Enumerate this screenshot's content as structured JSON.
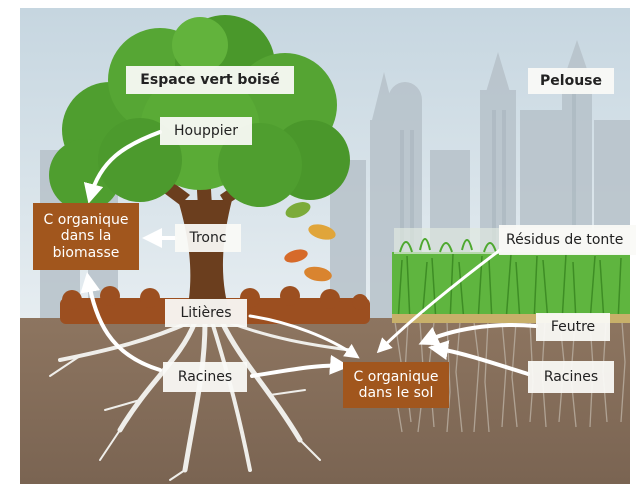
{
  "titles": {
    "wooded": "Espace vert boisé",
    "lawn": "Pelouse"
  },
  "labels": {
    "canopy": "Houppier",
    "trunk": "Tronc",
    "litter": "Litières",
    "tree_roots": "Racines",
    "clippings": "Résidus de tonte",
    "thatch": "Feutre",
    "lawn_roots": "Racines"
  },
  "stocks": {
    "biomass": "C organique dans la biomasse",
    "soil": "C organique dans le sol"
  },
  "colors": {
    "sky": "#cfdce4",
    "soil": "#8b7560",
    "carbon_box": "#a1561d",
    "foliage": "#4f9e2f",
    "trunk": "#6b3e1e",
    "grass": "#57b23a"
  }
}
